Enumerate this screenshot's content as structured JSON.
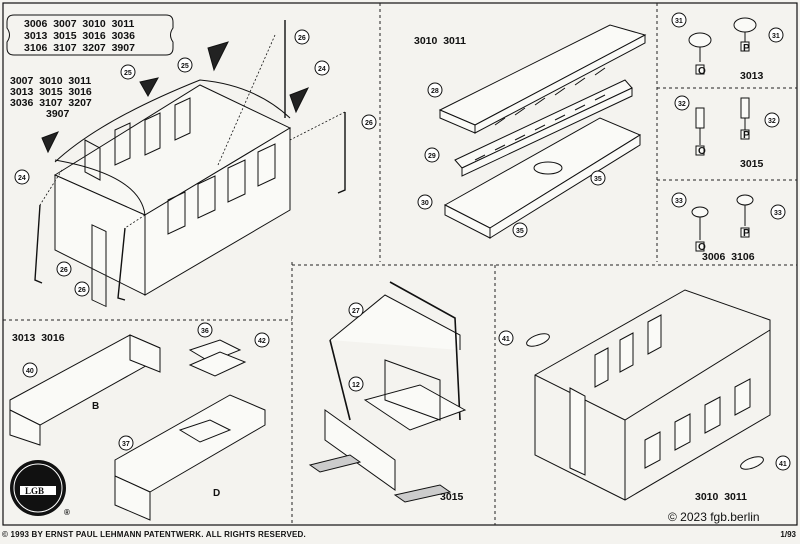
{
  "header_box_models": [
    "3006  3007  3010  3011",
    "3013  3015  3016  3036",
    "3106  3107  3207  3907"
  ],
  "panels": {
    "main_models": [
      "3007  3010  3011",
      "3013  3015  3016",
      "3036  3107  3207",
      "3907"
    ],
    "roof_models": "3010  3011",
    "step_models_a": "3013",
    "step_models_b": "3015",
    "step_models_c": "3006  3106",
    "interior_models": "3013  3016",
    "platform_models": "3015",
    "body_models": "3010  3011"
  },
  "letters": {
    "o": "O",
    "p": "P",
    "b": "B",
    "d": "D"
  },
  "callouts": [
    "24",
    "25",
    "26",
    "27",
    "12",
    "28",
    "29",
    "30",
    "31",
    "32",
    "33",
    "35",
    "36",
    "37",
    "40",
    "41",
    "42"
  ],
  "footer": {
    "copyright": "© 1993  BY ERNST PAUL LEHMANN PATENTWERK.   ALL RIGHTS RESERVED.",
    "date_code": "1/93",
    "credit": "© 2023 fgb.berlin",
    "registered": "®"
  },
  "logo": {
    "text": "LGB"
  }
}
